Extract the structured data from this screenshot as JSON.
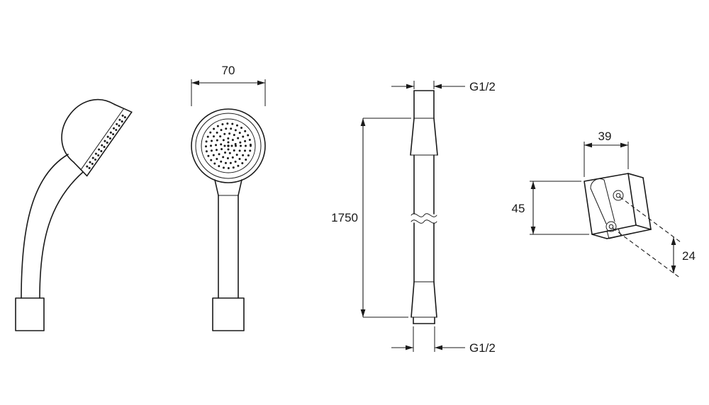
{
  "page": {
    "background_color": "#ffffff",
    "line_color": "#1a1a1a",
    "description": "Technical line drawing: hand shower (side and front views), shower hose and wall bracket with dimensions"
  },
  "dimensions": {
    "head_width_mm": "70",
    "hose_length_mm": "1750",
    "hose_thread_top": "G1/2",
    "hose_thread_bottom": "G1/2",
    "bracket_width_mm": "39",
    "bracket_height_mm": "45",
    "bracket_offset_mm": "24"
  }
}
